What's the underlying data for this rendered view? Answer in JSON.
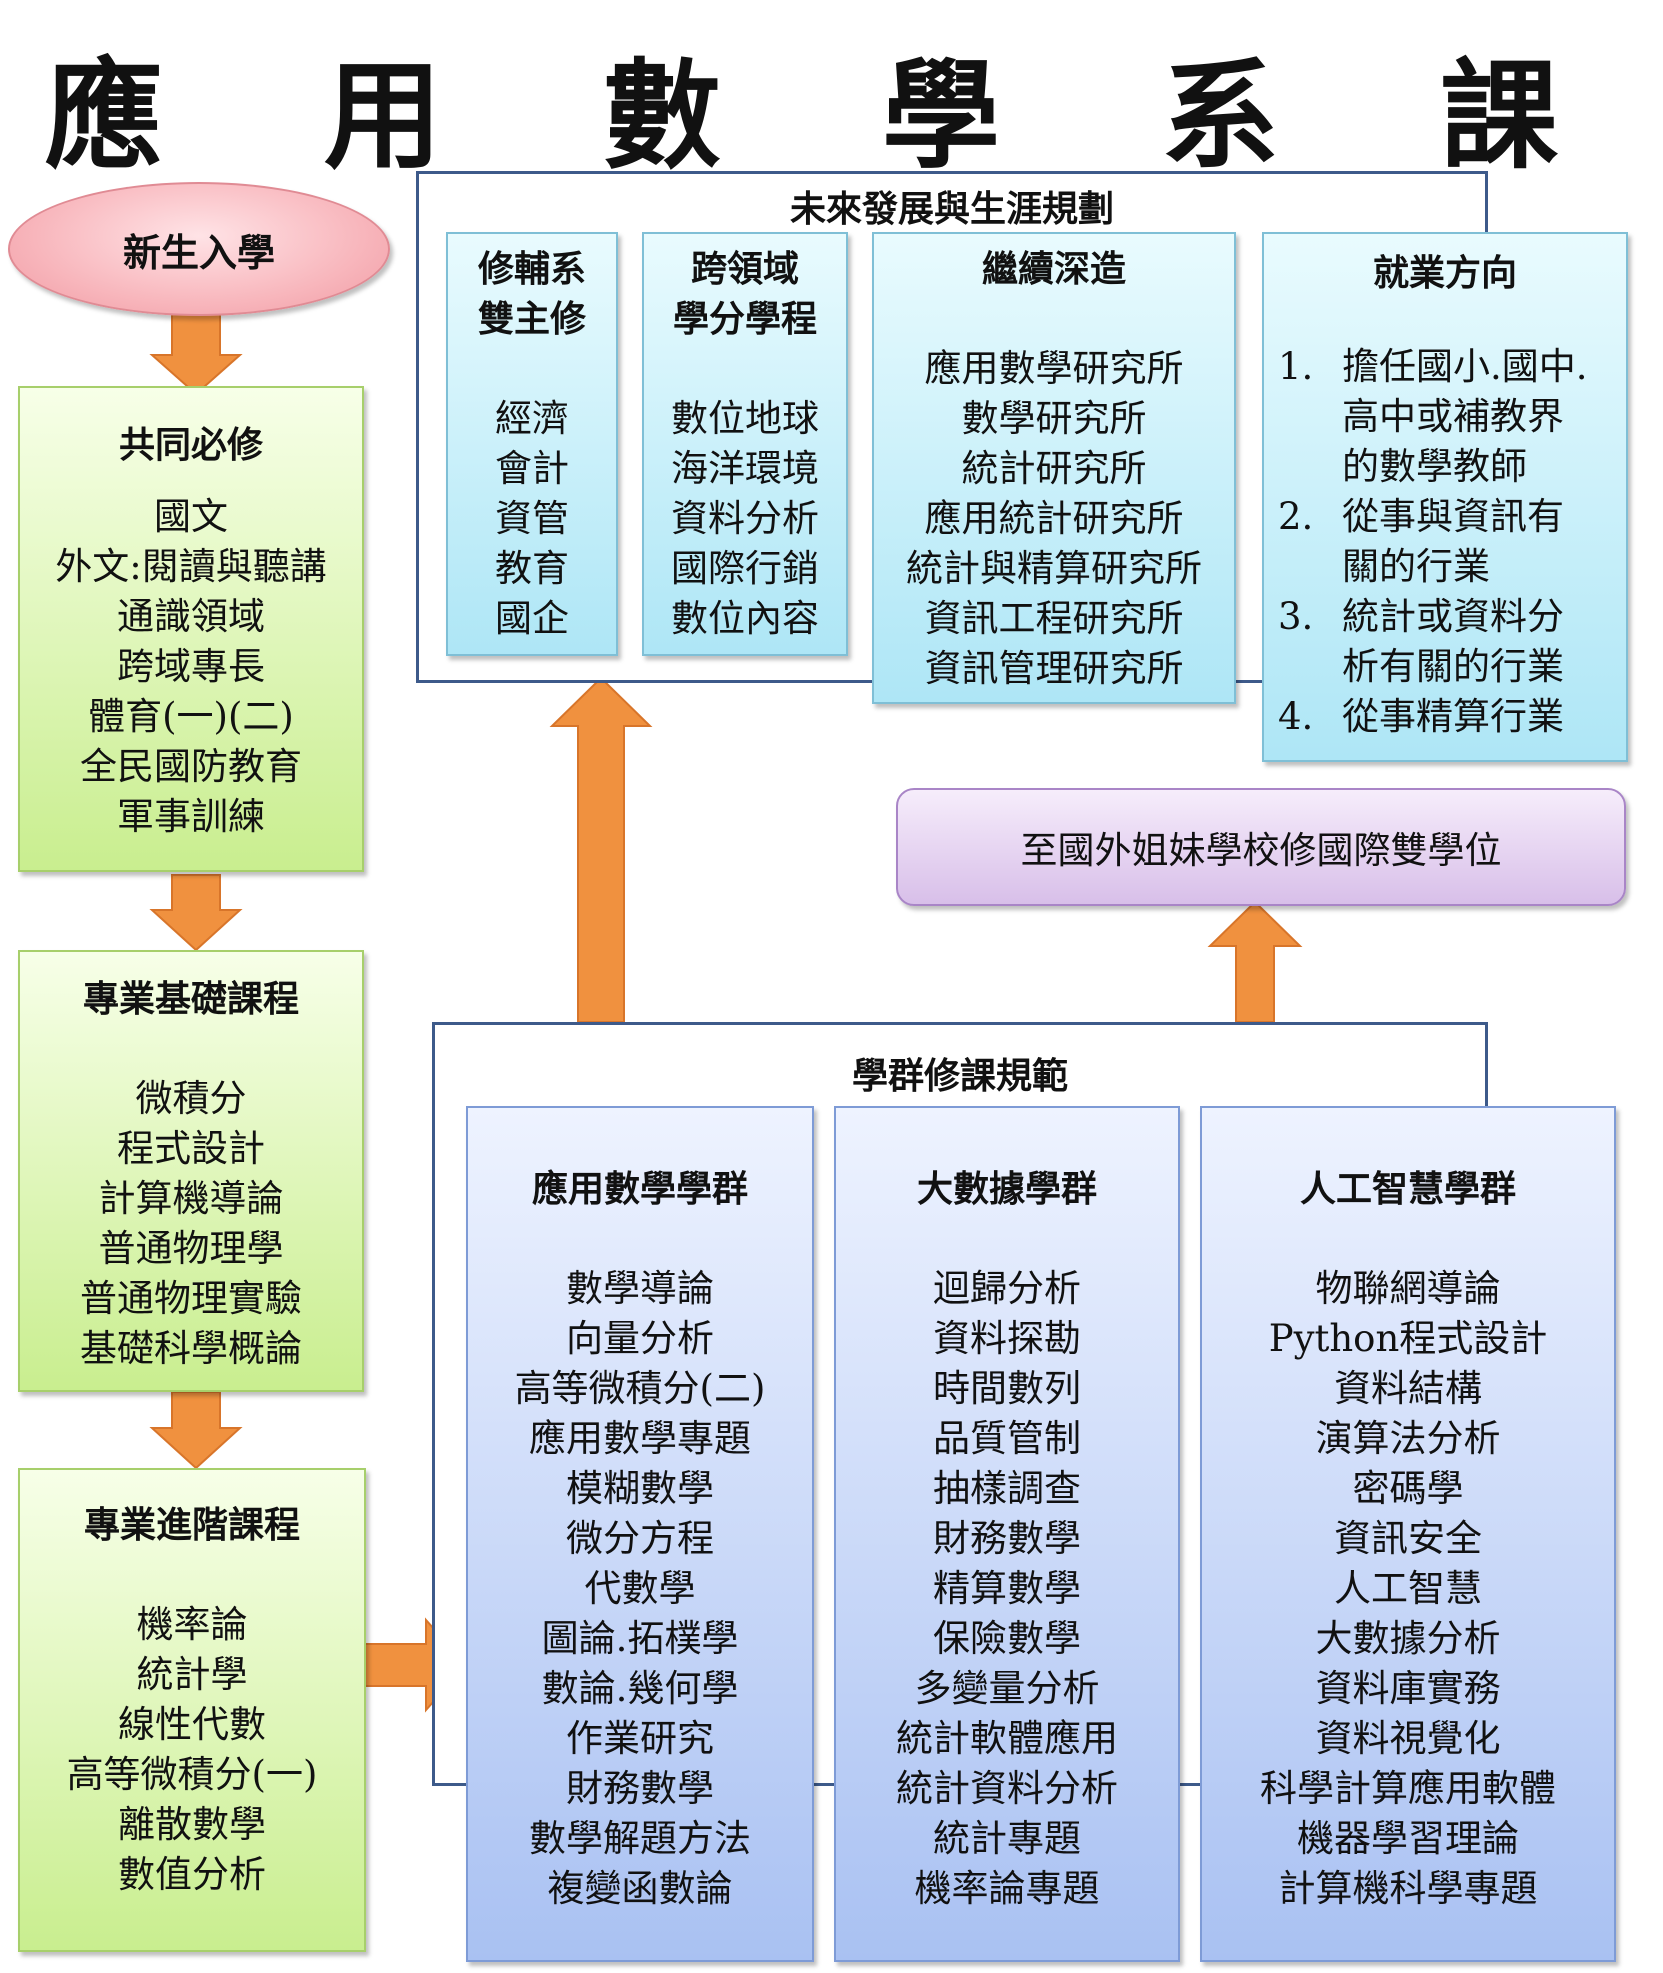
{
  "title": "應 用 數 學 系  課 程 地 圖",
  "entry": "新生入學",
  "common_required": {
    "heading": "共同必修",
    "items": [
      "國文",
      "外文:閱讀與聽講",
      "通識領域",
      "跨域專長",
      "體育(一)(二)",
      "全民國防教育",
      "軍事訓練"
    ]
  },
  "basic_courses": {
    "heading": "專業基礎課程",
    "items": [
      "微積分",
      "程式設計",
      "計算機導論",
      "普通物理學",
      "普通物理實驗",
      "基礎科學概論"
    ]
  },
  "advanced_courses": {
    "heading": "專業進階課程",
    "items": [
      "機率論",
      "統計學",
      "線性代數",
      "高等微積分(一)",
      "離散數學",
      "數值分析"
    ]
  },
  "future": {
    "heading": "未來發展與生涯規劃",
    "minor": {
      "heading": [
        "修輔系",
        "雙主修"
      ],
      "items": [
        "經濟",
        "會計",
        "資管",
        "教育",
        "國企"
      ]
    },
    "cross_domain": {
      "heading": [
        "跨領域",
        "學分學程"
      ],
      "items": [
        "數位地球",
        "海洋環境",
        "資料分析",
        "國際行銷",
        "數位內容"
      ]
    },
    "further_study": {
      "heading": "繼續深造",
      "items": [
        "應用數學研究所",
        "數學研究所",
        "統計研究所",
        "應用統計研究所",
        "統計與精算研究所",
        "資訊工程研究所",
        "資訊管理研究所"
      ]
    },
    "employment": {
      "heading": "就業方向",
      "items": [
        {
          "num": "1.",
          "lines": [
            "擔任國小.國中.",
            "高中或補教界",
            "的數學教師"
          ]
        },
        {
          "num": "2.",
          "lines": [
            "從事與資訊有",
            "關的行業"
          ]
        },
        {
          "num": "3.",
          "lines": [
            "統計或資料分",
            "析有關的行業"
          ]
        },
        {
          "num": "4.",
          "lines": [
            "從事精算行業"
          ]
        }
      ]
    }
  },
  "dual_degree": "至國外姐妹學校修國際雙學位",
  "groups": {
    "heading": "學群修課規範",
    "applied_math": {
      "heading": "應用數學學群",
      "items": [
        "數學導論",
        "向量分析",
        "高等微積分(二)",
        "應用數學專題",
        "模糊數學",
        "微分方程",
        "代數學",
        "圖論.拓樸學",
        "數論.幾何學",
        "作業研究",
        "財務數學",
        "數學解題方法",
        "複變函數論"
      ]
    },
    "big_data": {
      "heading": "大數據學群",
      "items": [
        "迴歸分析",
        "資料探勘",
        "時間數列",
        "品質管制",
        "抽樣調查",
        "財務數學",
        "精算數學",
        "保險數學",
        "多變量分析",
        "統計軟體應用",
        "統計資料分析",
        "統計專題",
        "機率論專題"
      ]
    },
    "ai": {
      "heading": "人工智慧學群",
      "items": [
        "物聯網導論",
        "Python程式設計",
        "資料結構",
        "演算法分析",
        "密碼學",
        "資訊安全",
        "人工智慧",
        "大數據分析",
        "資料庫實務",
        "資料視覺化",
        "科學計算應用軟體",
        "機器學習理論",
        "計算機科學專題"
      ]
    }
  },
  "colors": {
    "arrow": "#f0913f",
    "arrow_stroke": "#d8752a",
    "frame": "#3d5a8a"
  }
}
